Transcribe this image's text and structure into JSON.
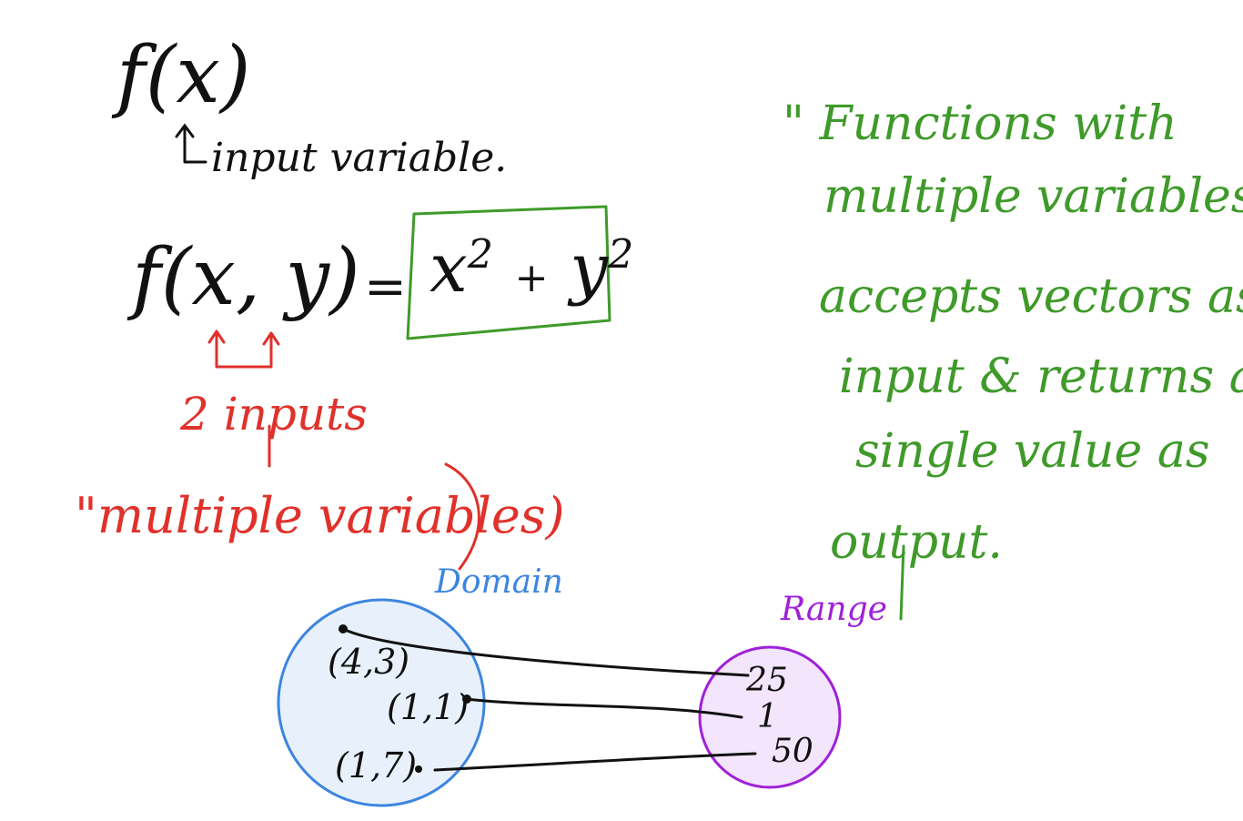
{
  "notes": {
    "fx": "f(x)",
    "input_variable": "input variable.",
    "fxy": "f(x, y)",
    "equals": "=",
    "x2": "x",
    "x2_exp": "2",
    "plus": "+",
    "y2": "y",
    "y2_exp": "2",
    "two_inputs": "2 inputs",
    "multiple_variables": "\"multiple variables)",
    "definition_lines": [
      "\" Functions with",
      "multiple variables",
      "accepts vectors as",
      "input & returns a",
      "single value as",
      "output."
    ]
  },
  "mapping": {
    "domain_label": "Domain",
    "range_label": "Range",
    "domain_points": [
      "(4,3)",
      "(1,1)",
      "(1,7)"
    ],
    "range_values": [
      "25",
      "1",
      "50"
    ]
  },
  "colors": {
    "black": "#111111",
    "red": "#e0312b",
    "green": "#3f9a2a",
    "blue": "#3d85e0",
    "purple": "#a020d8",
    "domain_fill": "#e8f1fb",
    "range_fill": "#f3e5fb"
  }
}
